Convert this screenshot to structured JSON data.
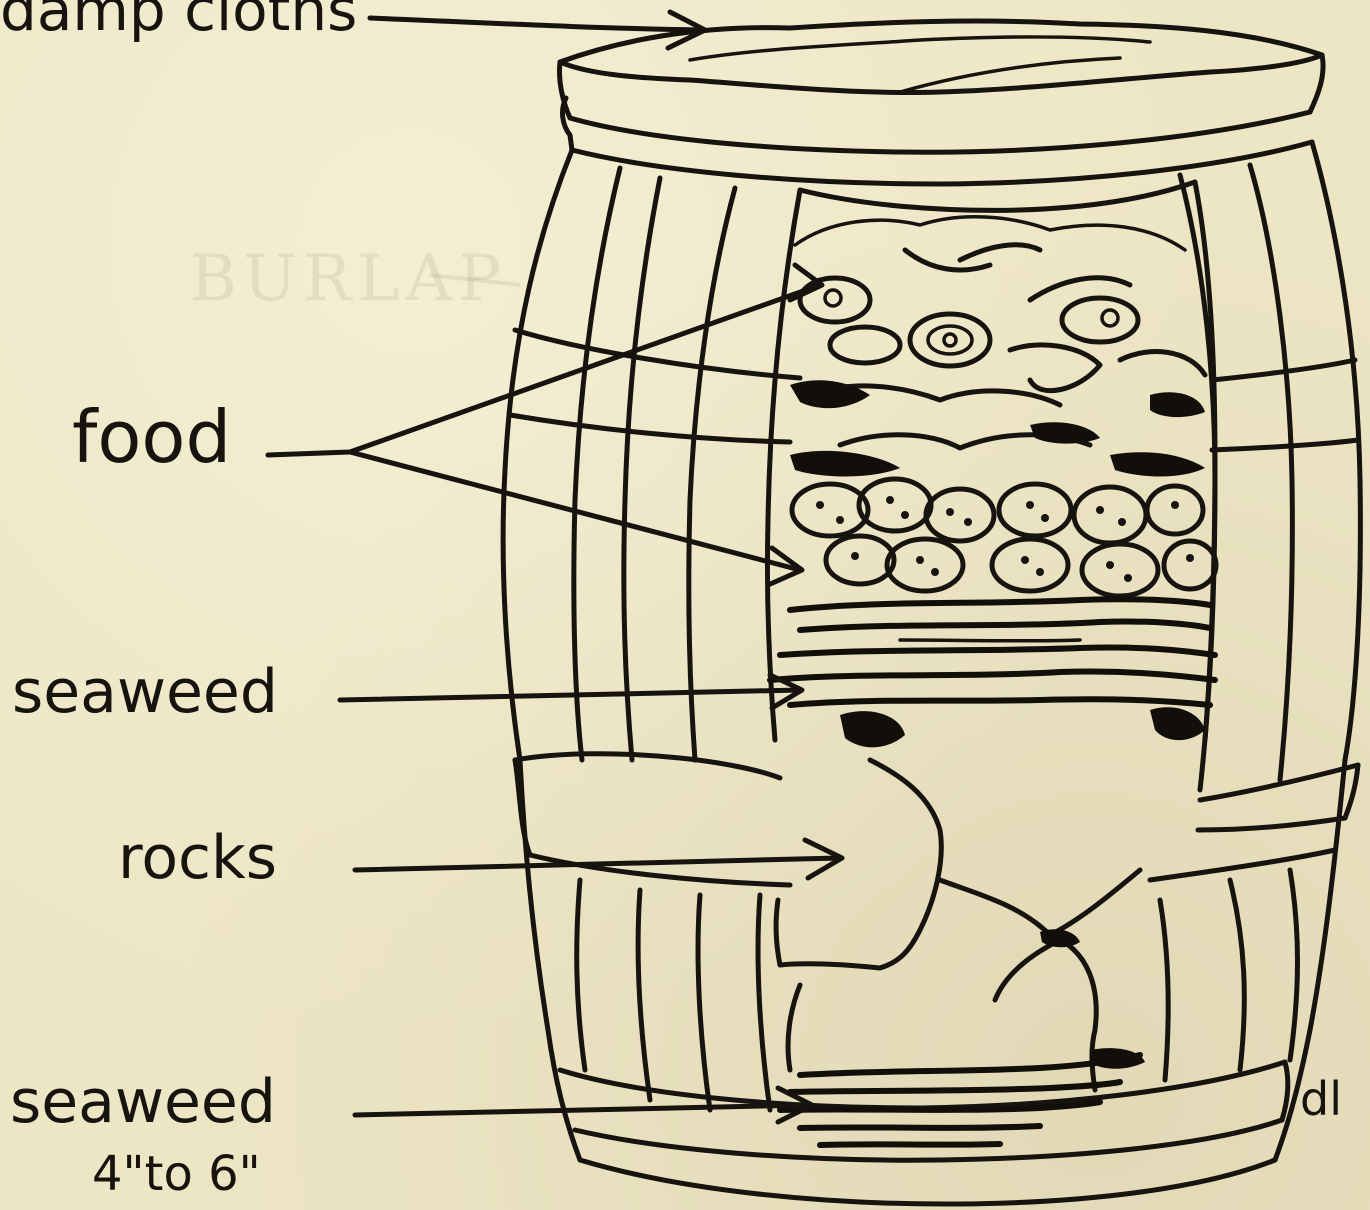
{
  "labels": {
    "damp_cloths": "damp cloths",
    "food": "food",
    "seaweed_top": "seaweed",
    "rocks": "rocks",
    "seaweed_bottom": "seaweed",
    "seaweed_depth": "4\"to 6\"",
    "signature": "dl"
  },
  "bleed_through": {
    "burlap": "BURLAP"
  }
}
